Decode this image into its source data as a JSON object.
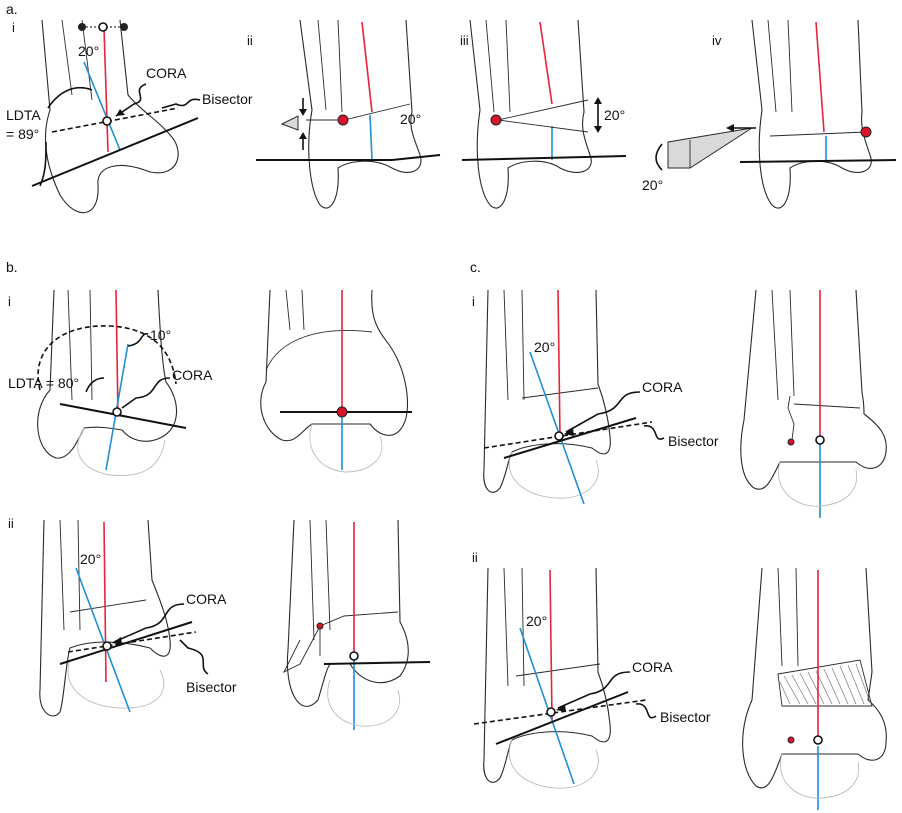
{
  "panels": {
    "a": "a.",
    "b": "b.",
    "c": "c."
  },
  "subpanels": {
    "a_i": "i",
    "a_ii": "ii",
    "a_iii": "iii",
    "a_iv": "iv",
    "b_i": "i",
    "b_ii": "ii",
    "c_i": "i",
    "c_ii": "ii"
  },
  "labels": {
    "cora": "CORA",
    "bisector": "Bisector",
    "ldta_89_line1": "LDTA",
    "ldta_89_line2": "= 89°",
    "ldta_80": "LDTA = 80°",
    "deg20": "20°",
    "deg10": "10°"
  },
  "colors": {
    "mechanical_axis": "#e8233a",
    "anatomic_axis": "#1f8fd6",
    "pivot_point": "#d8142c"
  }
}
